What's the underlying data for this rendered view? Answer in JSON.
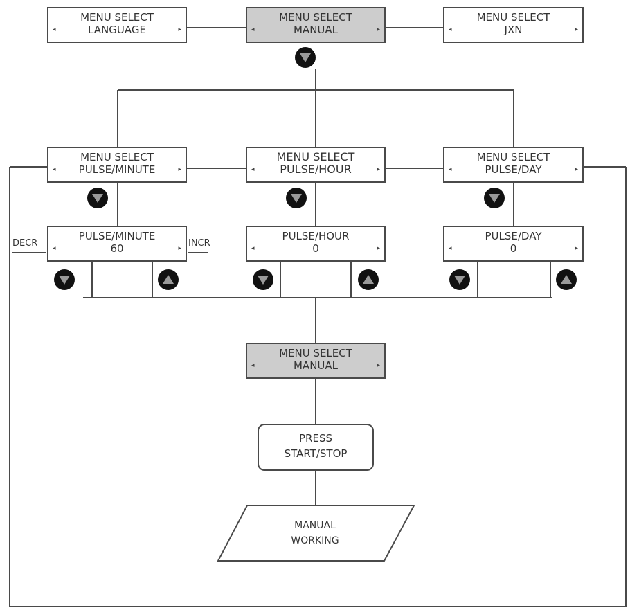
{
  "top_row": [
    {
      "id": "language",
      "line1": "MENU SELECT",
      "line2": "LANGUAGE"
    },
    {
      "id": "manual",
      "line1": "MENU SELECT",
      "line2": "MANUAL"
    },
    {
      "id": "jxn",
      "line1": "MENU SELECT",
      "line2": "JXN"
    }
  ],
  "mode_row": [
    {
      "id": "pulse-minute",
      "line1": "MENU SELECT",
      "line2": "PULSE/MINUTE"
    },
    {
      "id": "pulse-hour",
      "line1": "MENU SELECT",
      "line2": "PULSE/HOUR"
    },
    {
      "id": "pulse-day",
      "line1": "MENU SELECT",
      "line2": "PULSE/DAY"
    }
  ],
  "value_row": [
    {
      "id": "pulse-minute-value",
      "line1": "PULSE/MINUTE",
      "line2": "60"
    },
    {
      "id": "pulse-hour-value",
      "line1": "PULSE/HOUR",
      "line2": "0"
    },
    {
      "id": "pulse-day-value",
      "line1": "PULSE/DAY",
      "line2": "0"
    }
  ],
  "return_box": {
    "line1": "MENU SELECT",
    "line2": "MANUAL"
  },
  "press_box": {
    "line1": "PRESS",
    "line2": "START/STOP"
  },
  "output_box": {
    "line1": "MANUAL",
    "line2": "WORKING"
  },
  "side_labels": {
    "decr": "DECR",
    "incr": "INCR"
  },
  "colors": {
    "line": "#4a4a4a",
    "highlight_fill": "#cdcdcd",
    "button": "#111111"
  },
  "icons": {
    "arrow_left": "◂",
    "arrow_right": "▸",
    "down_button": "down-triangle-button",
    "up_button": "up-triangle-button"
  }
}
